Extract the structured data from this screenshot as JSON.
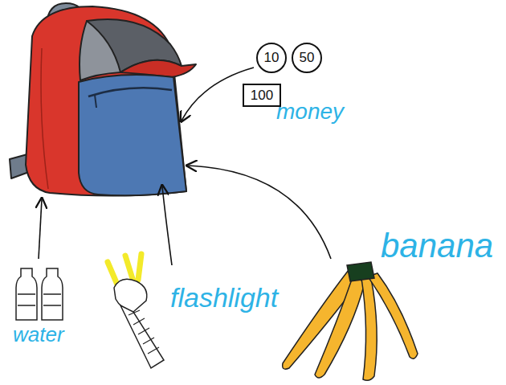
{
  "diagram": {
    "nodes": [
      {
        "text": [
          "10"
        ]
      },
      {
        "text": [
          "50"
        ]
      },
      {
        "text": [
          "100"
        ]
      }
    ],
    "labels": [
      "money",
      "flashlight",
      "water",
      "banana"
    ]
  }
}
